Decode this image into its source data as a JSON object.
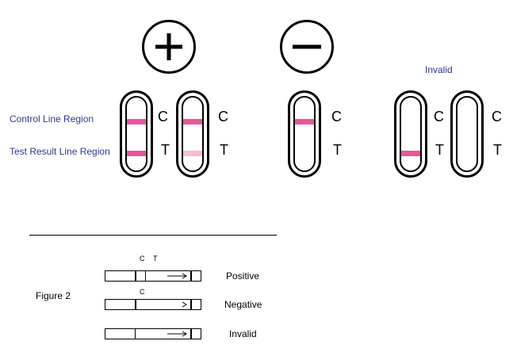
{
  "colors": {
    "band": "#e8559a",
    "band_faint": "#f5bcd5",
    "label": "#2e3a8c",
    "line": "#000000"
  },
  "symbols": {
    "positive": "plus",
    "negative": "minus"
  },
  "labels": {
    "invalid_title": "Invalid",
    "control_region": "Control Line Region",
    "test_region": "Test Result Line Region",
    "c": "C",
    "t": "T"
  },
  "cassettes": [
    {
      "group": "positive",
      "control_band": true,
      "test_band": "strong"
    },
    {
      "group": "positive",
      "control_band": true,
      "test_band": "faint"
    },
    {
      "group": "negative",
      "control_band": true,
      "test_band": "none"
    },
    {
      "group": "invalid",
      "control_band": false,
      "test_band": "strong"
    },
    {
      "group": "invalid",
      "control_band": false,
      "test_band": "none"
    }
  ],
  "figure2": {
    "title": "Figure 2",
    "rows": [
      {
        "result": "Positive",
        "marks": [
          "C",
          "T"
        ]
      },
      {
        "result": "Negative",
        "marks": [
          "C"
        ]
      },
      {
        "result": "Invalid",
        "marks": []
      }
    ]
  }
}
